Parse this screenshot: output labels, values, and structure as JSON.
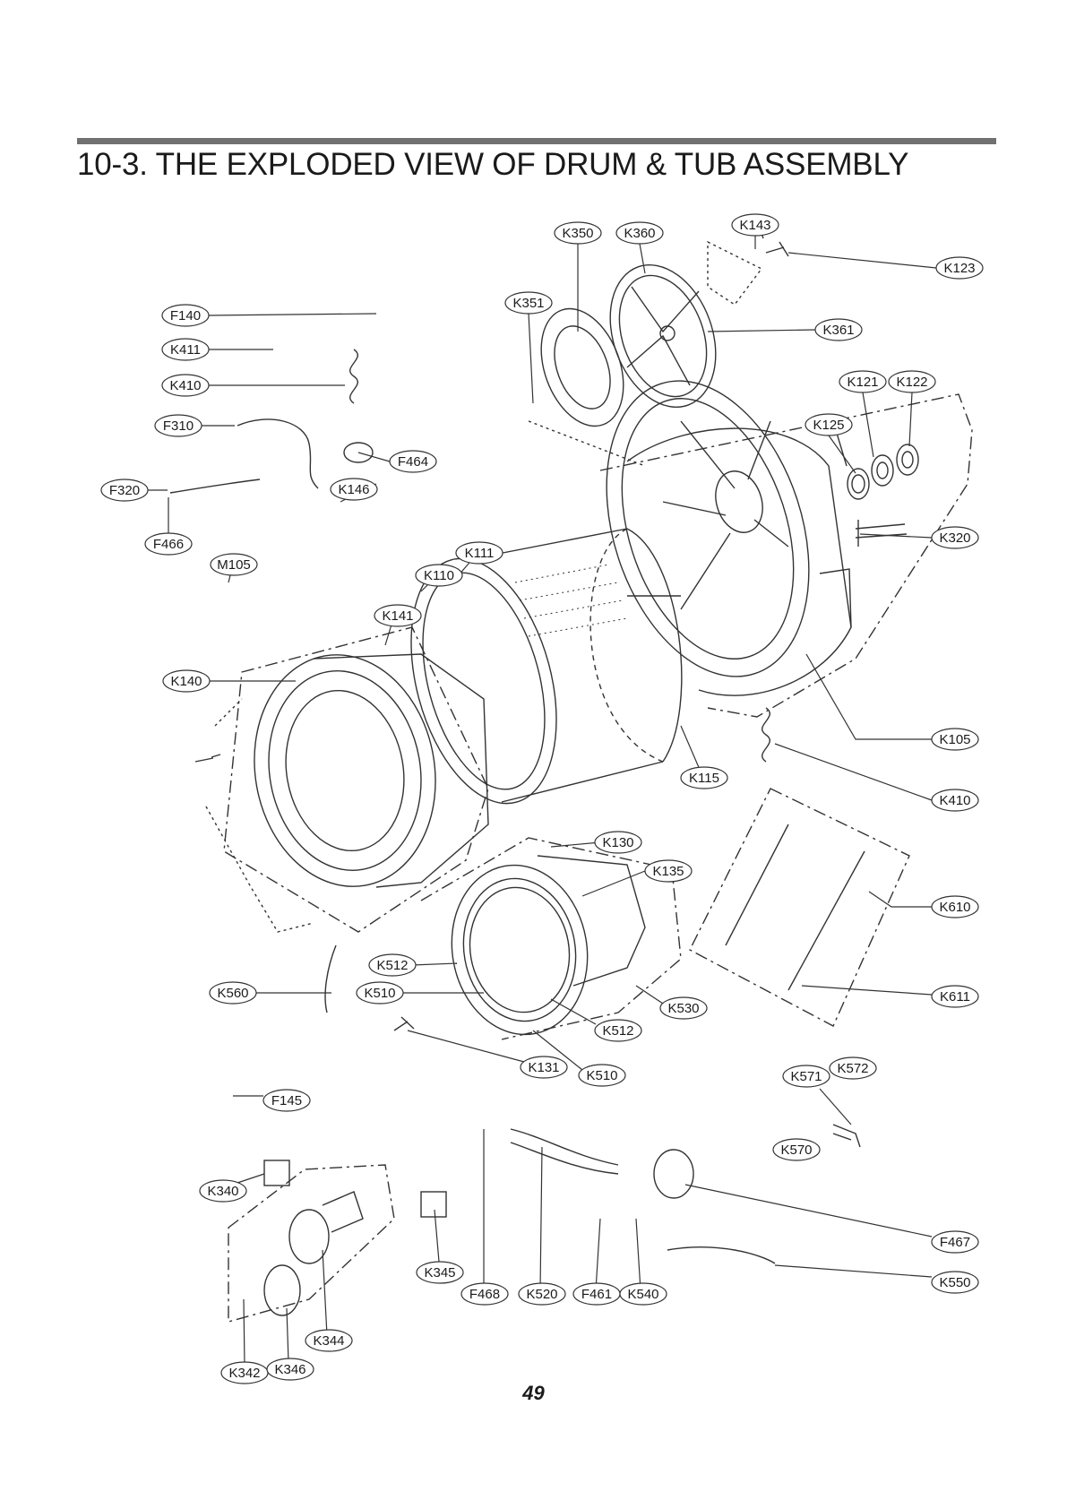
{
  "header": {
    "title": "10-3. THE EXPLODED VIEW OF DRUM & TUB ASSEMBLY"
  },
  "footer": {
    "page_number": "49"
  },
  "callouts": {
    "K350": "K350",
    "K360": "K360",
    "K143": "K143",
    "K123": "K123",
    "K351": "K351",
    "K361": "K361",
    "K121": "K121",
    "K122": "K122",
    "K125": "K125",
    "F140": "F140",
    "K411": "K411",
    "K410": "K410",
    "F310": "F310",
    "F464": "F464",
    "F320": "F320",
    "K146": "K146",
    "F466": "F466",
    "M105": "M105",
    "K111": "K111",
    "K110": "K110",
    "K320": "K320",
    "K141": "K141",
    "K140": "K140",
    "K105": "K105",
    "K115": "K115",
    "K410b": "K410",
    "K130": "K130",
    "K135": "K135",
    "K610": "K610",
    "K512": "K512",
    "K560": "K560",
    "K510": "K510",
    "K530": "K530",
    "K611": "K611",
    "K512b": "K512",
    "K131": "K131",
    "K510b": "K510",
    "K571": "K571",
    "K572": "K572",
    "F145": "F145",
    "K570": "K570",
    "K340": "K340",
    "F467": "F467",
    "K345": "K345",
    "K550": "K550",
    "F468": "F468",
    "K520": "K520",
    "F461": "F461",
    "K540": "K540",
    "K344": "K344",
    "K342": "K342",
    "K346": "K346"
  }
}
